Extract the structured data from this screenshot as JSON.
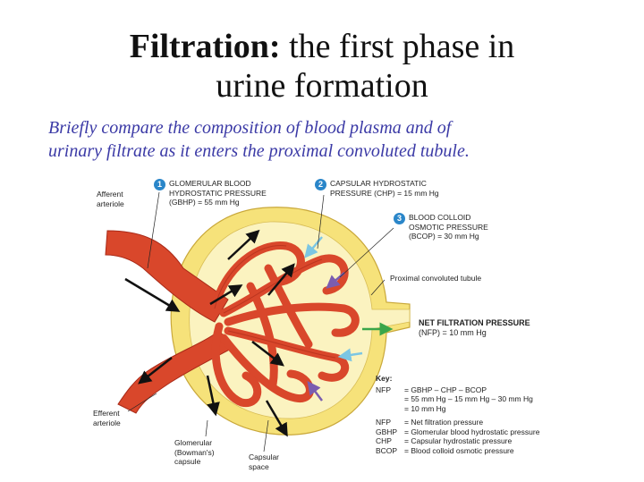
{
  "title": {
    "bold": "Filtration:",
    "rest_line1": " the first phase in",
    "line2": "urine formation"
  },
  "question": {
    "line1": "Briefly compare the composition of blood plasma and of",
    "line2": "urinary filtrate as it enters the proximal convoluted tubule."
  },
  "labels": {
    "afferent": [
      "Afferent",
      "arteriole"
    ],
    "efferent": [
      "Efferent",
      "arteriole"
    ],
    "glomerular_capsule": [
      "Glomerular",
      "(Bowman's)",
      "capsule"
    ],
    "capsular_space": [
      "Capsular",
      "space"
    ],
    "pct": "Proximal convoluted tubule"
  },
  "pressures": [
    {
      "number": "1",
      "lines": [
        "GLOMERULAR BLOOD",
        "HYDROSTATIC PRESSURE",
        "(GBHP) = 55 mm Hg"
      ]
    },
    {
      "number": "2",
      "lines": [
        "CAPSULAR HYDROSTATIC",
        "PRESSURE (CHP) = 15 mm Hg"
      ]
    },
    {
      "number": "3",
      "lines": [
        "BLOOD COLLOID",
        "OSMOTIC PRESSURE",
        "(BCOP) = 30 mm Hg"
      ]
    }
  ],
  "net": {
    "title": "NET FILTRATION PRESSURE",
    "value": "(NFP) = 10 mm Hg"
  },
  "key": {
    "heading": "Key:",
    "formula": [
      {
        "k": "NFP",
        "v": "= GBHP – CHP – BCOP"
      },
      {
        "k": "",
        "v": "= 55 mm Hg – 15 mm Hg – 30 mm Hg"
      },
      {
        "k": "",
        "v": "= 10 mm Hg"
      }
    ],
    "definitions": [
      {
        "k": "NFP",
        "v": "= Net filtration pressure"
      },
      {
        "k": "GBHP",
        "v": "= Glomerular blood hydrostatic pressure"
      },
      {
        "k": "CHP",
        "v": "= Capsular hydrostatic pressure"
      },
      {
        "k": "BCOP",
        "v": "= Blood colloid osmotic pressure"
      }
    ]
  },
  "colors": {
    "capsule": "#f6e27a",
    "capsule_space": "#fbf3c0",
    "vessel": "#d9472b",
    "vessel_dark": "#a92a18",
    "arrow_blue": "#7cc6e3",
    "arrow_purple": "#7a5db0",
    "arrow_green": "#3aa64a",
    "badge": "#2a86c9",
    "subtitle": "#3b3aa6"
  }
}
